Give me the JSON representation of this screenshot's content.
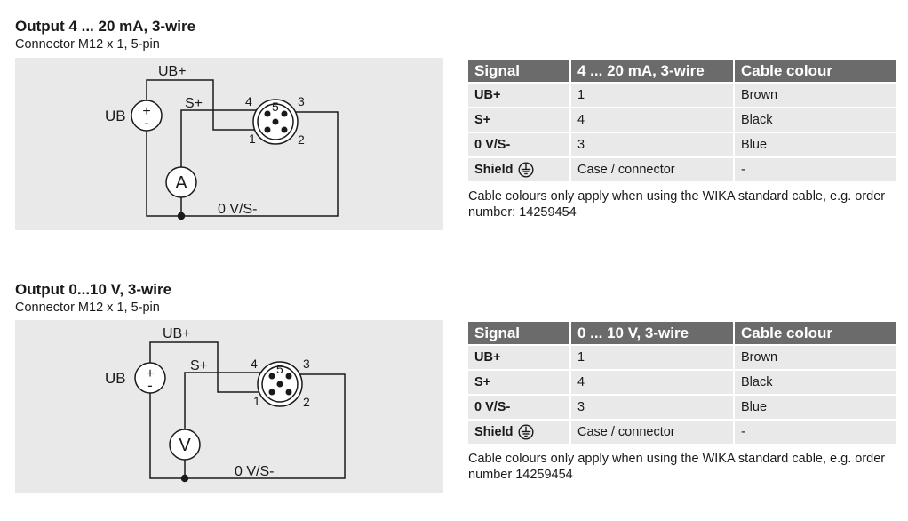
{
  "sections": [
    {
      "title": "Output 4 ... 20 mA, 3-wire",
      "subtitle": "Connector M12 x 1, 5-pin",
      "diagram": {
        "label_ub": "UB",
        "label_ubplus": "UB+",
        "label_splus": "S+",
        "label_0v": "0 V/S-",
        "meter": "A",
        "plus": "+",
        "minus": "-",
        "pins": [
          "1",
          "2",
          "3",
          "4",
          "5"
        ]
      },
      "table": {
        "headers": [
          "Signal",
          "4 ... 20 mA, 3-wire",
          "Cable colour"
        ],
        "rows": [
          [
            "UB+",
            "1",
            "Brown"
          ],
          [
            "S+",
            "4",
            "Black"
          ],
          [
            "0 V/S-",
            "3",
            "Blue"
          ],
          [
            "Shield",
            "Case / connector",
            "-"
          ]
        ]
      },
      "note": "Cable colours only apply when using the WIKA standard cable, e.g. order number: 14259454"
    },
    {
      "title": "Output 0...10 V, 3-wire",
      "subtitle": "Connector M12 x 1, 5-pin",
      "diagram": {
        "label_ub": "UB",
        "label_ubplus": "UB+",
        "label_splus": "S+",
        "label_0v": "0 V/S-",
        "meter": "V",
        "plus": "+",
        "minus": "-",
        "pins": [
          "1",
          "2",
          "3",
          "4",
          "5"
        ]
      },
      "table": {
        "headers": [
          "Signal",
          "0 ... 10 V, 3-wire",
          "Cable colour"
        ],
        "rows": [
          [
            "UB+",
            "1",
            "Brown"
          ],
          [
            "S+",
            "4",
            "Black"
          ],
          [
            "0 V/S-",
            "3",
            "Blue"
          ],
          [
            "Shield",
            "Case / connector",
            "-"
          ]
        ]
      },
      "note": "Cable colours only apply when using the WIKA standard cable, e.g. order number 14259454"
    }
  ]
}
